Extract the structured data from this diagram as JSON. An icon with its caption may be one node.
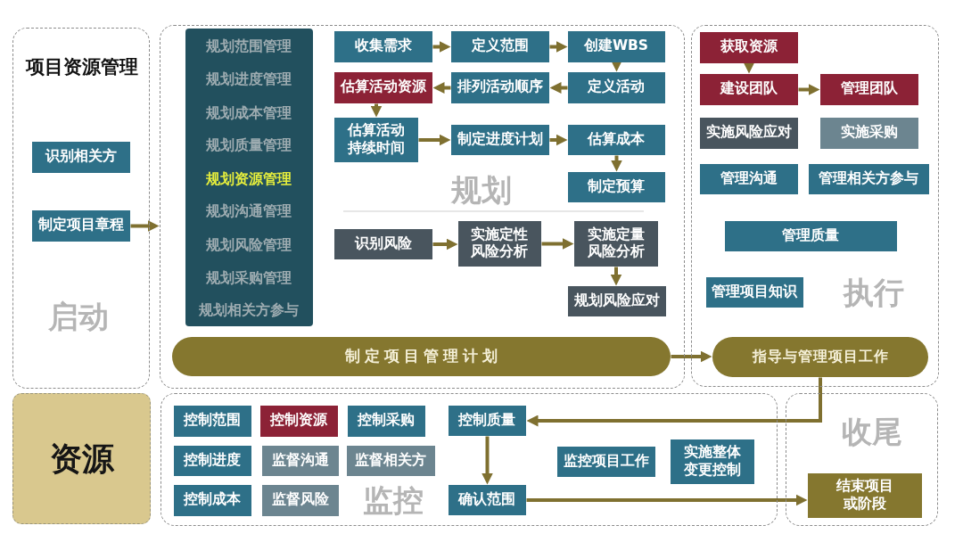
{
  "diagram": {
    "title": "项目资源管理",
    "nodes": [
      {
        "text": [
          "启动"
        ]
      },
      {
        "text": [
          "识别相关方"
        ],
        "in": 0
      },
      {
        "text": [
          "制定项目章程"
        ],
        "in": 0
      },
      {
        "text": [
          "规划"
        ]
      },
      {
        "text": [
          "规划范围管理",
          "规划进度管理",
          "规划成本管理",
          "规划质量管理",
          "规划资源管理",
          "规划沟通管理",
          "规划风险管理",
          "规划采购管理",
          "规划相关方参与"
        ],
        "in": 3
      },
      {
        "text": [
          "收集需求"
        ],
        "in": 3
      },
      {
        "text": [
          "定义范围"
        ],
        "in": 3
      },
      {
        "text": [
          "创建WBS"
        ],
        "in": 3
      },
      {
        "text": [
          "估算活动资源"
        ],
        "in": 3
      },
      {
        "text": [
          "排列活动顺序"
        ],
        "in": 3
      },
      {
        "text": [
          "定义活动"
        ],
        "in": 3
      },
      {
        "text": [
          "估算活动持续时间"
        ],
        "in": 3
      },
      {
        "text": [
          "制定进度计划"
        ],
        "in": 3
      },
      {
        "text": [
          "估算成本"
        ],
        "in": 3
      },
      {
        "text": [
          "制定预算"
        ],
        "in": 3
      },
      {
        "text": [
          "识别风险"
        ],
        "in": 3
      },
      {
        "text": [
          "实施定性风险分析"
        ],
        "in": 3
      },
      {
        "text": [
          "实施定量风险分析"
        ],
        "in": 3
      },
      {
        "text": [
          "规划风险应对"
        ],
        "in": 3
      },
      {
        "text": [
          "制定项目管理计划"
        ],
        "in": 3
      },
      {
        "text": [
          "执行"
        ]
      },
      {
        "text": [
          "获取资源"
        ],
        "in": 20
      },
      {
        "text": [
          "建设团队"
        ],
        "in": 20
      },
      {
        "text": [
          "管理团队"
        ],
        "in": 20
      },
      {
        "text": [
          "实施风险应对"
        ],
        "in": 20
      },
      {
        "text": [
          "实施采购"
        ],
        "in": 20
      },
      {
        "text": [
          "管理沟通"
        ],
        "in": 20
      },
      {
        "text": [
          "管理相关方参与"
        ],
        "in": 20
      },
      {
        "text": [
          "管理质量"
        ],
        "in": 20
      },
      {
        "text": [
          "管理项目知识"
        ],
        "in": 20
      },
      {
        "text": [
          "指导与管理项目工作"
        ],
        "in": 20
      },
      {
        "text": [
          "资源"
        ]
      },
      {
        "text": [
          "监控"
        ]
      },
      {
        "text": [
          "控制范围"
        ],
        "in": 32
      },
      {
        "text": [
          "控制资源"
        ],
        "in": 32
      },
      {
        "text": [
          "控制采购"
        ],
        "in": 32
      },
      {
        "text": [
          "控制质量"
        ],
        "in": 32
      },
      {
        "text": [
          "控制进度"
        ],
        "in": 32
      },
      {
        "text": [
          "监督沟通"
        ],
        "in": 32
      },
      {
        "text": [
          "监督相关方"
        ],
        "in": 32
      },
      {
        "text": [
          "监控项目工作"
        ],
        "in": 32
      },
      {
        "text": [
          "实施整体变更控制"
        ],
        "in": 32
      },
      {
        "text": [
          "控制成本"
        ],
        "in": 32
      },
      {
        "text": [
          "监督风险"
        ],
        "in": 32
      },
      {
        "text": [
          "确认范围"
        ],
        "in": 32
      },
      {
        "text": [
          "收尾"
        ]
      },
      {
        "text": [
          "结束项目或阶段"
        ],
        "in": 45
      }
    ],
    "edges": [
      {
        "from": 2,
        "to": 3,
        "arrow": "to"
      },
      {
        "from": 5,
        "to": 6,
        "arrow": "to"
      },
      {
        "from": 6,
        "to": 7,
        "arrow": "to"
      },
      {
        "from": 7,
        "to": 10,
        "arrow": "to"
      },
      {
        "from": 10,
        "to": 9,
        "arrow": "to"
      },
      {
        "from": 9,
        "to": 8,
        "arrow": "to"
      },
      {
        "from": 8,
        "to": 11,
        "arrow": "to"
      },
      {
        "from": 11,
        "to": 12,
        "arrow": "to"
      },
      {
        "from": 12,
        "to": 13,
        "arrow": "to"
      },
      {
        "from": 13,
        "to": 14,
        "arrow": "to"
      },
      {
        "from": 15,
        "to": 16,
        "arrow": "to"
      },
      {
        "from": 16,
        "to": 17,
        "arrow": "to"
      },
      {
        "from": 17,
        "to": 18,
        "arrow": "to"
      },
      {
        "from": 19,
        "to": 30,
        "arrow": "to"
      },
      {
        "from": 21,
        "to": 22,
        "arrow": "to"
      },
      {
        "from": 22,
        "to": 23,
        "arrow": "to"
      },
      {
        "from": 30,
        "to": 36,
        "arrow": "to"
      },
      {
        "from": 36,
        "to": 44,
        "arrow": "to"
      },
      {
        "from": 44,
        "to": 46,
        "arrow": "to"
      }
    ]
  }
}
